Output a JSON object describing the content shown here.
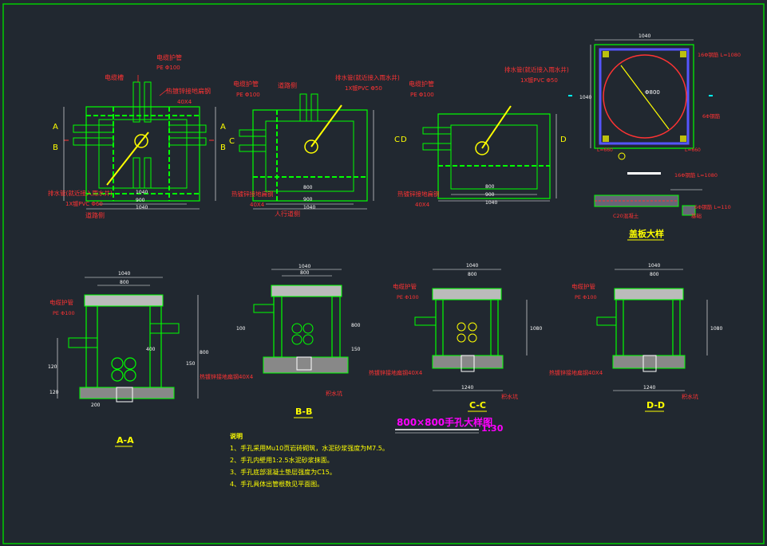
{
  "colors": {
    "background": "#212830",
    "border": "#00ff00",
    "line": "#00ff00",
    "annotation": "#ff3333",
    "dimension": "#ffffff",
    "title": "#ff00ff",
    "notes": "#ffff00",
    "accent": "#00ffff"
  },
  "plan1": {
    "conduit_label": "电缆护管",
    "conduit_spec": "PE Φ100",
    "cable_label": "电缆槽",
    "ground_label": "热镀锌接地扁钢",
    "ground_spec": "40X4",
    "drain_label": "排水管(就近接入雨水井)",
    "drain_spec": "1X镀PVC Φ60",
    "road_label": "道路侧",
    "dims": [
      "1040",
      "900",
      "1040"
    ],
    "sec_a": "A",
    "sec_b": "B"
  },
  "plan2": {
    "conduit_label": "电缆护管",
    "conduit_spec": "PE Φ100",
    "road_label": "道路侧",
    "drain_label": "排水管(就近接入雨水井)",
    "drain_spec": "1X镀PVC Φ50",
    "ground_label": "热镀锌接地扁钢",
    "ground_spec": "40X4",
    "walk_label": "人行道侧",
    "dims": [
      "800",
      "900",
      "1040"
    ],
    "sec_c": "C"
  },
  "plan3": {
    "conduit_label": "电缆护管",
    "conduit_spec": "PE Φ100",
    "drain_label": "排水管(就近接入雨水井)",
    "drain_spec": "1X镀PVC Φ50",
    "ground_label": "热镀锌接地扁钢",
    "ground_spec": "40X4",
    "dims": [
      "800",
      "900",
      "1040"
    ],
    "sec_c": "C",
    "sec_d": "D"
  },
  "cover": {
    "top_dim": "1040",
    "diameter": "Φ800",
    "side_dim": "1040",
    "steel1": "16Φ钢筋 L=1080",
    "steel2": "6Φ钢筋",
    "steel3": "L=660",
    "steel4": "L=660",
    "small1": "16Φ钢筋 L=1080",
    "small2": "6Φ钢筋 L=110",
    "small3": "C20混凝土",
    "small4": "基础",
    "title": "盖板大样"
  },
  "sectionA": {
    "dims_top": [
      "1040",
      "800"
    ],
    "conduit_label": "电缆护管",
    "conduit_spec": "PE Φ100",
    "side_dims": [
      "120",
      "200",
      "120"
    ],
    "right_dims": [
      "800",
      "400",
      "150"
    ],
    "title": "A-A"
  },
  "sectionB": {
    "dims_top": [
      "1040",
      "800"
    ],
    "side_dims": [
      "100",
      "800",
      "150"
    ],
    "ground_label": "热镀锌接地扁钢40X4",
    "base_label": "积水坑",
    "title": "B-B"
  },
  "sectionC": {
    "dims_top": [
      "1040",
      "800"
    ],
    "conduit_label": "电缆护管",
    "conduit_spec": "PE Φ100",
    "ground_label": "热镀锌接地扁钢40X4",
    "base_label": "积水坑",
    "side_dim": "1080",
    "bottom_dim": "1240",
    "title": "C-C"
  },
  "sectionD": {
    "dims_top": [
      "1040",
      "800"
    ],
    "conduit_label": "电缆护管",
    "conduit_spec": "PE Φ100",
    "ground_label": "热镀锌接地扁钢40X4",
    "base_label": "积水坑",
    "side_dim": "1080",
    "bottom_dim": "1240",
    "title": "D-D"
  },
  "main_title": "800×800手孔大样图",
  "scale": "1:30",
  "notes": {
    "heading": "说明",
    "items": [
      "1、手孔采用Mu10页岩砖砌筑，水泥砂浆强度为M7.5。",
      "2、手孔内壁用1:2.5水泥砂浆抹面。",
      "3、手孔底部混凝土垫层强度为C15。",
      "4、手孔具体出管根数见平面图。"
    ]
  }
}
